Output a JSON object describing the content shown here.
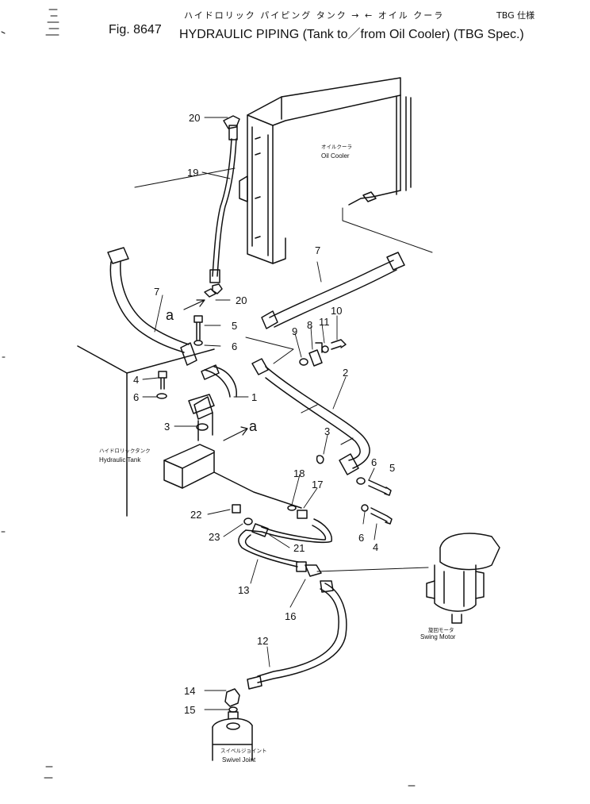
{
  "header": {
    "title_jp": "ハイドロリック パイピング タンク → ← オイル クーラ",
    "spec_jp": "TBG 仕様",
    "fig_number": "Fig. 8647",
    "title": "HYDRAULIC PIPING (Tank to／from Oil Cooler) (TBG Spec.)"
  },
  "components": {
    "oil_cooler": {
      "jp": "オイルクーラ",
      "en": "Oil Cooler"
    },
    "hydraulic_tank": {
      "jp": "ハイドロリックタンク",
      "en": "Hydraulic Tank"
    },
    "swing_motor": {
      "jp": "旋回モータ",
      "en": "Swing Motor"
    },
    "swivel_joint": {
      "jp": "スイベルジョイント",
      "en": "Swivel Joint"
    }
  },
  "view_marks": [
    "a",
    "a"
  ],
  "callouts": [
    "20",
    "19",
    "7",
    "20",
    "5",
    "6",
    "4",
    "6",
    "1",
    "3",
    "7",
    "9",
    "8",
    "11",
    "10",
    "2",
    "3",
    "6",
    "5",
    "18",
    "17",
    "22",
    "23",
    "21",
    "6",
    "4",
    "13",
    "16",
    "12",
    "14",
    "15"
  ]
}
